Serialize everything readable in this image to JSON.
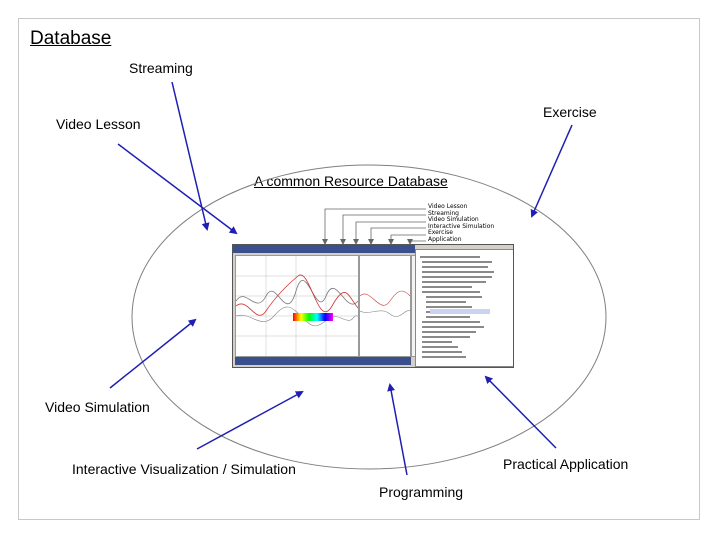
{
  "title": "Database",
  "labels": {
    "streaming": "Streaming",
    "exercise": "Exercise",
    "video_lesson": "Video Lesson",
    "center": "A common Resource Database",
    "video_simulation": "Video Simulation",
    "interactive": "Interactive Visualization / Simulation",
    "practical": "Practical Application",
    "programming": "Programming"
  },
  "legend": [
    "Video Lesson",
    "Streaming",
    "Video Simulation",
    "Interactive Simulation",
    "Exercise",
    "Application"
  ],
  "colors": {
    "arrow": "#1f1fb4",
    "ellipse": "#7f7f7f",
    "frame": "#c8c8c8"
  }
}
